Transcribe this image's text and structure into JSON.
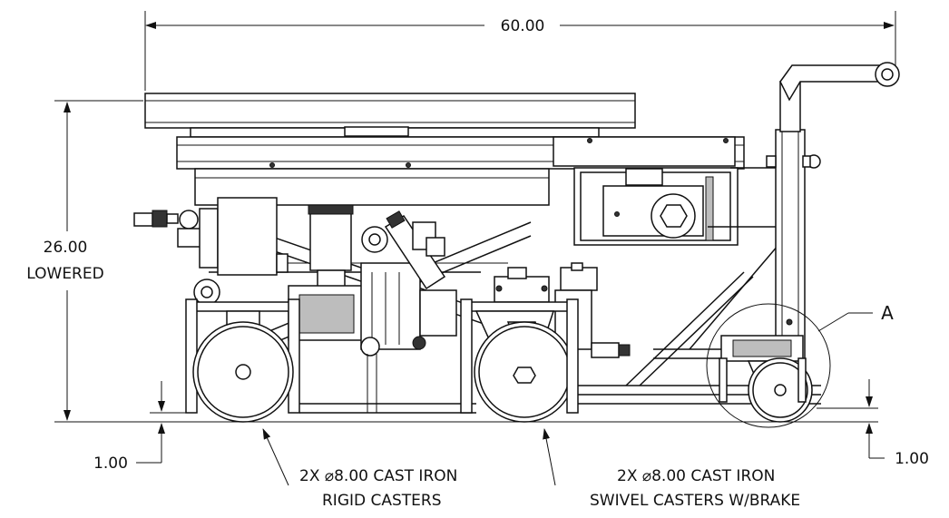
{
  "dimensions": {
    "overall_length": "60.00",
    "height_value": "26.00",
    "height_note": "LOWERED",
    "left_clearance": "1.00",
    "right_clearance": "1.00"
  },
  "callouts": {
    "rigid_line1": "2X ⌀8.00 CAST IRON",
    "rigid_line2": "RIGID CASTERS",
    "swivel_line1": "2X ⌀8.00 CAST IRON",
    "swivel_line2": "SWIVEL CASTERS W/BRAKE",
    "detail_label": "A"
  },
  "icons": {
    "arrowheads": "arrowhead-icon",
    "detail_circle": "detail-circle-icon"
  }
}
